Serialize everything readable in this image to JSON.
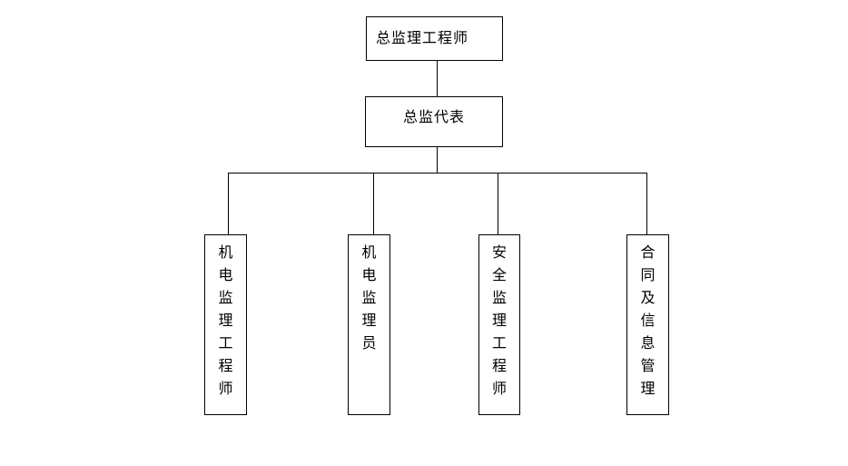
{
  "colors": {
    "background": "#ffffff",
    "line": "#000000",
    "text": "#000000",
    "node_fill": "#ffffff"
  },
  "org": {
    "type": "org-chart",
    "root": {
      "label": "总监理工程师"
    },
    "deputy": {
      "label": "总监代表"
    },
    "children": [
      {
        "label": "机电监理工程师"
      },
      {
        "label": "机电监理员"
      },
      {
        "label": "安全监理工程师"
      },
      {
        "label": "合同及信息管理"
      }
    ]
  }
}
